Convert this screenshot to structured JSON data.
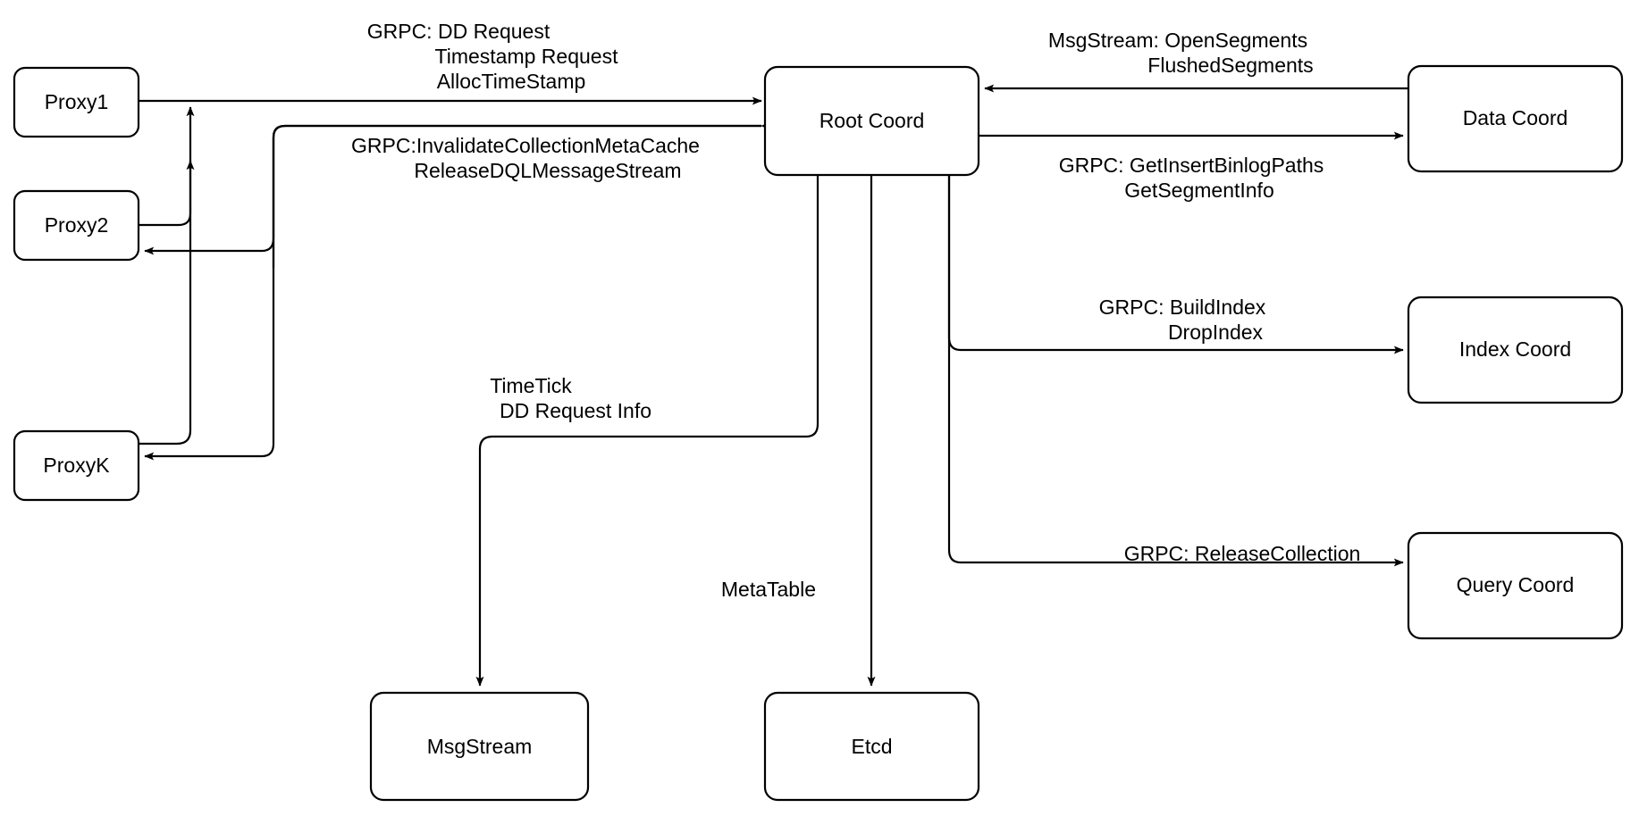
{
  "diagram": {
    "type": "architecture-flow",
    "background_color": "#ffffff",
    "stroke_color": "#000000",
    "node_fill": "#ffffff",
    "nodes": [
      {
        "id": "proxy1",
        "label": "Proxy1"
      },
      {
        "id": "proxy2",
        "label": "Proxy2"
      },
      {
        "id": "proxyk",
        "label": "ProxyK"
      },
      {
        "id": "root_coord",
        "label": "Root Coord"
      },
      {
        "id": "data_coord",
        "label": "Data Coord"
      },
      {
        "id": "index_coord",
        "label": "Index Coord"
      },
      {
        "id": "query_coord",
        "label": "Query Coord"
      },
      {
        "id": "msgstream",
        "label": "MsgStream"
      },
      {
        "id": "etcd",
        "label": "Etcd"
      }
    ],
    "edges": [
      {
        "id": "proxies-to-root",
        "from": "proxy1",
        "to": "root_coord",
        "direction": "forward",
        "label_lines": [
          "GRPC: DD Request",
          "Timestamp Request",
          "AllocTimeStamp"
        ]
      },
      {
        "id": "root-to-proxies",
        "from": "root_coord",
        "to": "proxy1",
        "direction": "forward",
        "label_lines": [
          "GRPC:InvalidateCollectionMetaCache",
          "ReleaseDQLMessageStream"
        ]
      },
      {
        "id": "datacoord-to-root",
        "from": "data_coord",
        "to": "root_coord",
        "direction": "forward",
        "label_lines": [
          "MsgStream: OpenSegments",
          "FlushedSegments"
        ]
      },
      {
        "id": "root-to-datacoord",
        "from": "root_coord",
        "to": "data_coord",
        "direction": "forward",
        "label_lines": [
          "GRPC: GetInsertBinlogPaths",
          "GetSegmentInfo"
        ]
      },
      {
        "id": "root-to-indexcoord",
        "from": "root_coord",
        "to": "index_coord",
        "direction": "forward",
        "label_lines": [
          "GRPC: BuildIndex",
          "DropIndex"
        ]
      },
      {
        "id": "root-to-querycoord",
        "from": "root_coord",
        "to": "query_coord",
        "direction": "forward",
        "label_lines": [
          "GRPC: ReleaseCollection"
        ]
      },
      {
        "id": "root-to-msgstream",
        "from": "root_coord",
        "to": "msgstream",
        "direction": "forward",
        "label_lines": [
          "TimeTick",
          "DD Request Info"
        ]
      },
      {
        "id": "root-etcd",
        "from": "root_coord",
        "to": "etcd",
        "direction": "bidirectional",
        "label_lines": [
          "MetaTable"
        ]
      }
    ],
    "labels": {
      "grpc_dd_request": "GRPC: DD Request",
      "timestamp_request": "Timestamp Request",
      "alloc_timestamp": "AllocTimeStamp",
      "invalidate_collection_meta_cache": "GRPC:InvalidateCollectionMetaCache",
      "release_dql_message_stream": "ReleaseDQLMessageStream",
      "msgstream_open_segments": "MsgStream: OpenSegments",
      "flushed_segments": "FlushedSegments",
      "grpc_get_insert_binlog_paths": "GRPC: GetInsertBinlogPaths",
      "get_segment_info": "GetSegmentInfo",
      "grpc_build_index": "GRPC: BuildIndex",
      "drop_index": "DropIndex",
      "grpc_release_collection": "GRPC: ReleaseCollection",
      "time_tick": "TimeTick",
      "dd_request_info": "DD Request Info",
      "meta_table": "MetaTable"
    },
    "node_labels": {
      "proxy1": "Proxy1",
      "proxy2": "Proxy2",
      "proxyk": "ProxyK",
      "root_coord": "Root Coord",
      "data_coord": "Data Coord",
      "index_coord": "Index Coord",
      "query_coord": "Query Coord",
      "msgstream": "MsgStream",
      "etcd": "Etcd"
    }
  }
}
